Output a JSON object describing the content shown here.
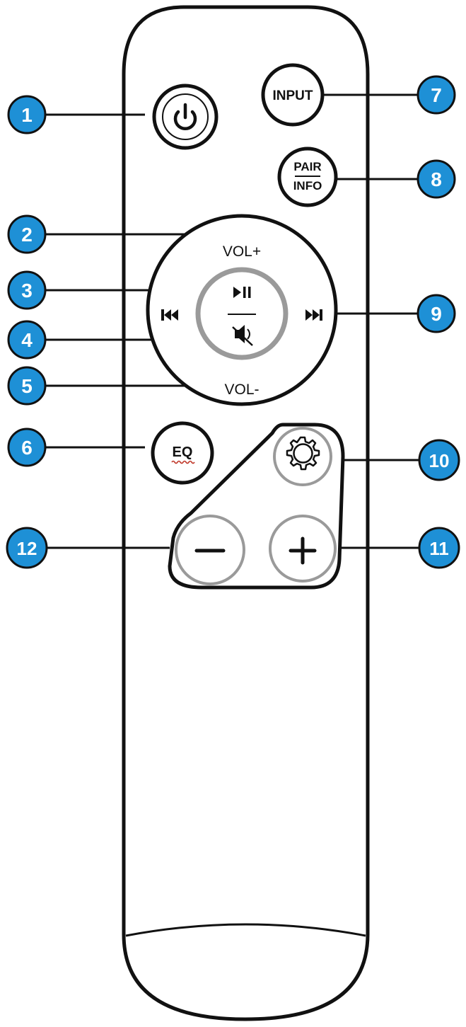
{
  "colors": {
    "callout": "#1e90d6",
    "callout_text": "#ffffff",
    "outline": "#111111",
    "ring": "#9a9a9a",
    "eq_underline": "#c0392b"
  },
  "buttons": {
    "power": {
      "icon": "power-icon"
    },
    "input": {
      "label": "INPUT"
    },
    "pair_info": {
      "top": "PAIR",
      "bottom": "INFO"
    },
    "vol_up": {
      "label": "VOL+"
    },
    "vol_down": {
      "label": "VOL-"
    },
    "prev": {
      "icon": "previous-track-icon"
    },
    "next": {
      "icon": "next-track-icon"
    },
    "play_pause": {
      "icon": "play-pause-icon"
    },
    "mute": {
      "icon": "mute-icon"
    },
    "eq": {
      "label": "EQ"
    },
    "settings": {
      "icon": "gear-icon"
    },
    "minus": {
      "icon": "minus-icon"
    },
    "plus": {
      "icon": "plus-icon"
    }
  },
  "callouts": [
    "1",
    "2",
    "3",
    "4",
    "5",
    "6",
    "7",
    "8",
    "9",
    "10",
    "11",
    "12"
  ]
}
